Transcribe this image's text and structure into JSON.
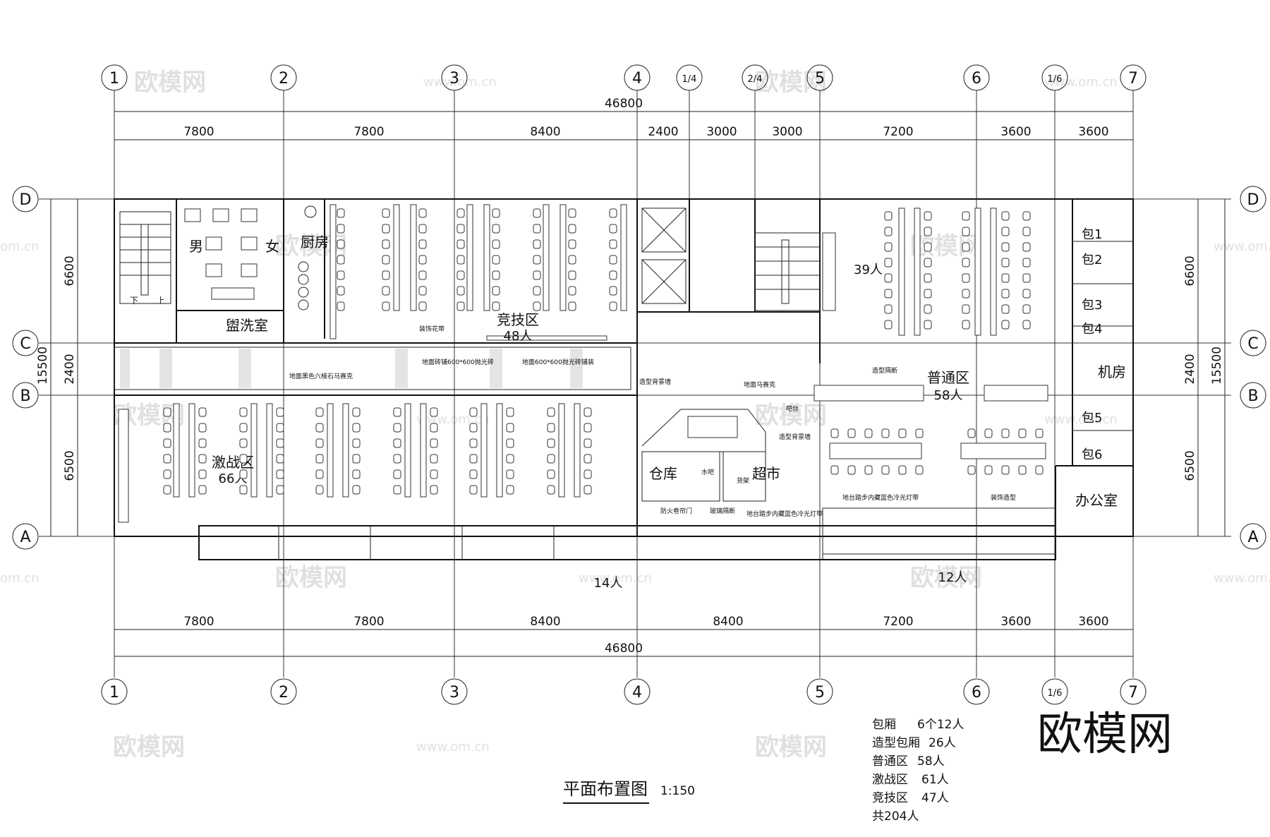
{
  "axes_top": [
    "1",
    "2",
    "3",
    "4",
    "1/4",
    "2/4",
    "5",
    "6",
    "1/6",
    "7"
  ],
  "axes_bottom": [
    "1",
    "2",
    "3",
    "4",
    "5",
    "6",
    "1/6",
    "7"
  ],
  "axes_side": [
    "D",
    "C",
    "B",
    "A"
  ],
  "dims_top_total": "46800",
  "dims_top": [
    "7800",
    "7800",
    "8400",
    "2400",
    "3000",
    "3000",
    "7200",
    "3600",
    "3600"
  ],
  "dims_bottom_total": "46800",
  "dims_bottom": [
    "7800",
    "7800",
    "8400",
    "8400",
    "7200",
    "3600",
    "3600"
  ],
  "dims_left_total": "15500",
  "dims_left": [
    "6600",
    "2400",
    "6500"
  ],
  "dims_right_total": "15500",
  "dims_right": [
    "6600",
    "2400",
    "6500"
  ],
  "rooms": {
    "male": "男",
    "female": "女",
    "kitchen": "厨房",
    "washroom": "盥洗室",
    "competition": "竞技区",
    "competition_count": "48人",
    "battle": "激战区",
    "battle_count": "66人",
    "normal": "普通区",
    "normal_count": "58人",
    "count_39": "39人",
    "warehouse": "仓库",
    "supermarket": "超市",
    "machine_room": "机房",
    "office": "办公室",
    "booths": [
      "包1",
      "包2",
      "包3",
      "包4",
      "包5",
      "包6"
    ],
    "count_14": "14人",
    "count_12": "12人"
  },
  "notes": {
    "stair_down": "下",
    "stair_up": "上",
    "decor_strip": "装饰花带",
    "floor_tile_1": "地面砖铺600*600抛光砖",
    "floor_tile_2": "地面600*600抛光砖铺装",
    "floor_mosaic": "地面黑色六棱石马赛克",
    "feature_wall": "造型背景墙",
    "floor_terrazzo": "地面马赛克",
    "bar": "吧台",
    "feature_wall_2": "造型背景墙",
    "water_bar": "水吧",
    "shelf": "货架",
    "fire_door": "防火卷帘门",
    "glass_partition": "玻璃隔断",
    "step_light_1": "地台踏步内藏蓝色冷光灯带",
    "step_light_2": "地台踏步内藏蓝色冷光灯带",
    "partition": "造型隔断",
    "decor_feature": "装饰造型"
  },
  "legend": [
    {
      "label": "包厢",
      "value": "6个12人"
    },
    {
      "label": "造型包厢",
      "value": "26人"
    },
    {
      "label": "普通区",
      "value": "58人"
    },
    {
      "label": "激战区",
      "value": "61人"
    },
    {
      "label": "竞技区",
      "value": "47人"
    },
    {
      "label": "共204人",
      "value": ""
    }
  ],
  "title": "平面布置图",
  "scale": "1:150",
  "brand_logo": "欧模网",
  "watermark": "欧模网",
  "watermark_url": "www.om.cn"
}
